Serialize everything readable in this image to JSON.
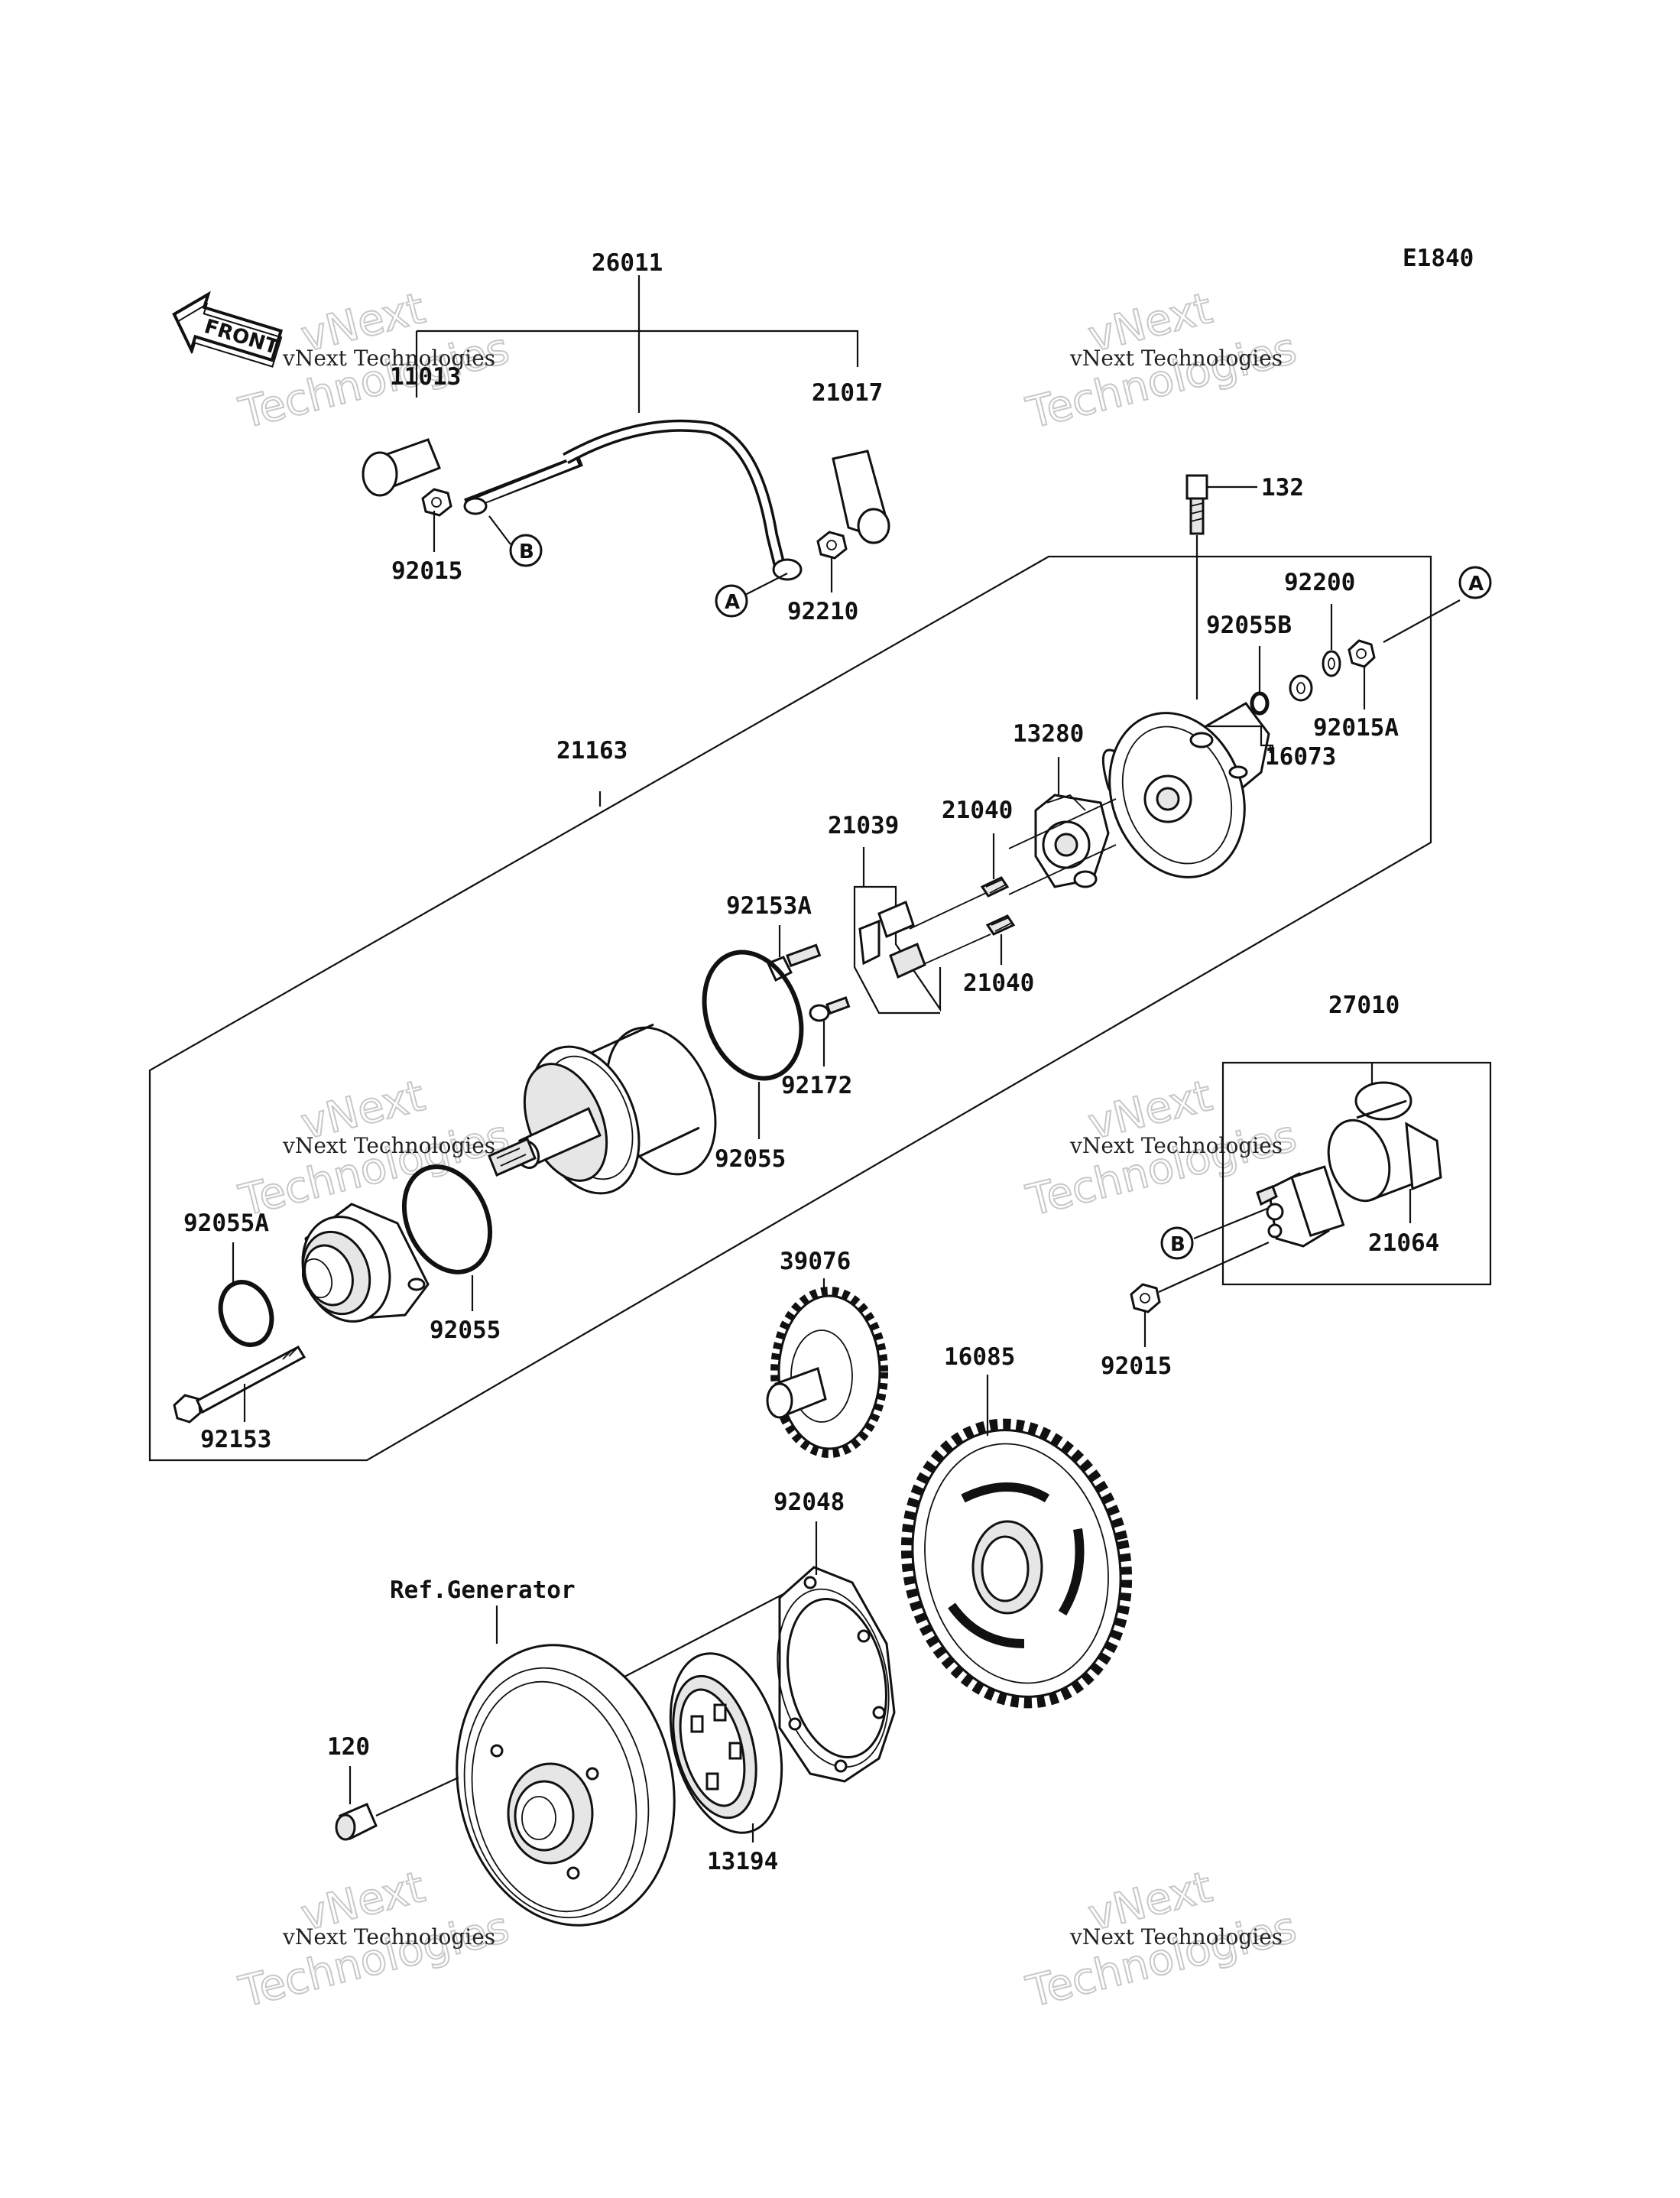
{
  "diagram": {
    "code": "E1840",
    "front_label": "FRONT",
    "ref_label": "Ref.Generator",
    "watermark": {
      "line1": "vNext Technologies",
      "line2": "vNext",
      "line3": "Technologies"
    },
    "markers": {
      "a": "A",
      "b": "B"
    },
    "parts": [
      {
        "id": "p26011",
        "label": "26011"
      },
      {
        "id": "p11013",
        "label": "11013"
      },
      {
        "id": "p21017",
        "label": "21017"
      },
      {
        "id": "p92015_top",
        "label": "92015"
      },
      {
        "id": "p92210",
        "label": "92210"
      },
      {
        "id": "p132",
        "label": "132"
      },
      {
        "id": "p92200",
        "label": "92200"
      },
      {
        "id": "p92055B",
        "label": "92055B"
      },
      {
        "id": "p92015A",
        "label": "92015A"
      },
      {
        "id": "p16073",
        "label": "16073"
      },
      {
        "id": "p13280",
        "label": "13280"
      },
      {
        "id": "p21163",
        "label": "21163"
      },
      {
        "id": "p21039",
        "label": "21039"
      },
      {
        "id": "p21040a",
        "label": "21040"
      },
      {
        "id": "p92153A",
        "label": "92153A"
      },
      {
        "id": "p21040b",
        "label": "21040"
      },
      {
        "id": "p92172",
        "label": "92172"
      },
      {
        "id": "p92055a",
        "label": "92055"
      },
      {
        "id": "p27010",
        "label": "27010"
      },
      {
        "id": "p92055A",
        "label": "92055A"
      },
      {
        "id": "p92055b",
        "label": "92055"
      },
      {
        "id": "p21064",
        "label": "21064"
      },
      {
        "id": "p39076",
        "label": "39076"
      },
      {
        "id": "p16085",
        "label": "16085"
      },
      {
        "id": "p92015_bot",
        "label": "92015"
      },
      {
        "id": "p92153",
        "label": "92153"
      },
      {
        "id": "p92048",
        "label": "92048"
      },
      {
        "id": "p120",
        "label": "120"
      },
      {
        "id": "p13194",
        "label": "13194"
      }
    ]
  }
}
